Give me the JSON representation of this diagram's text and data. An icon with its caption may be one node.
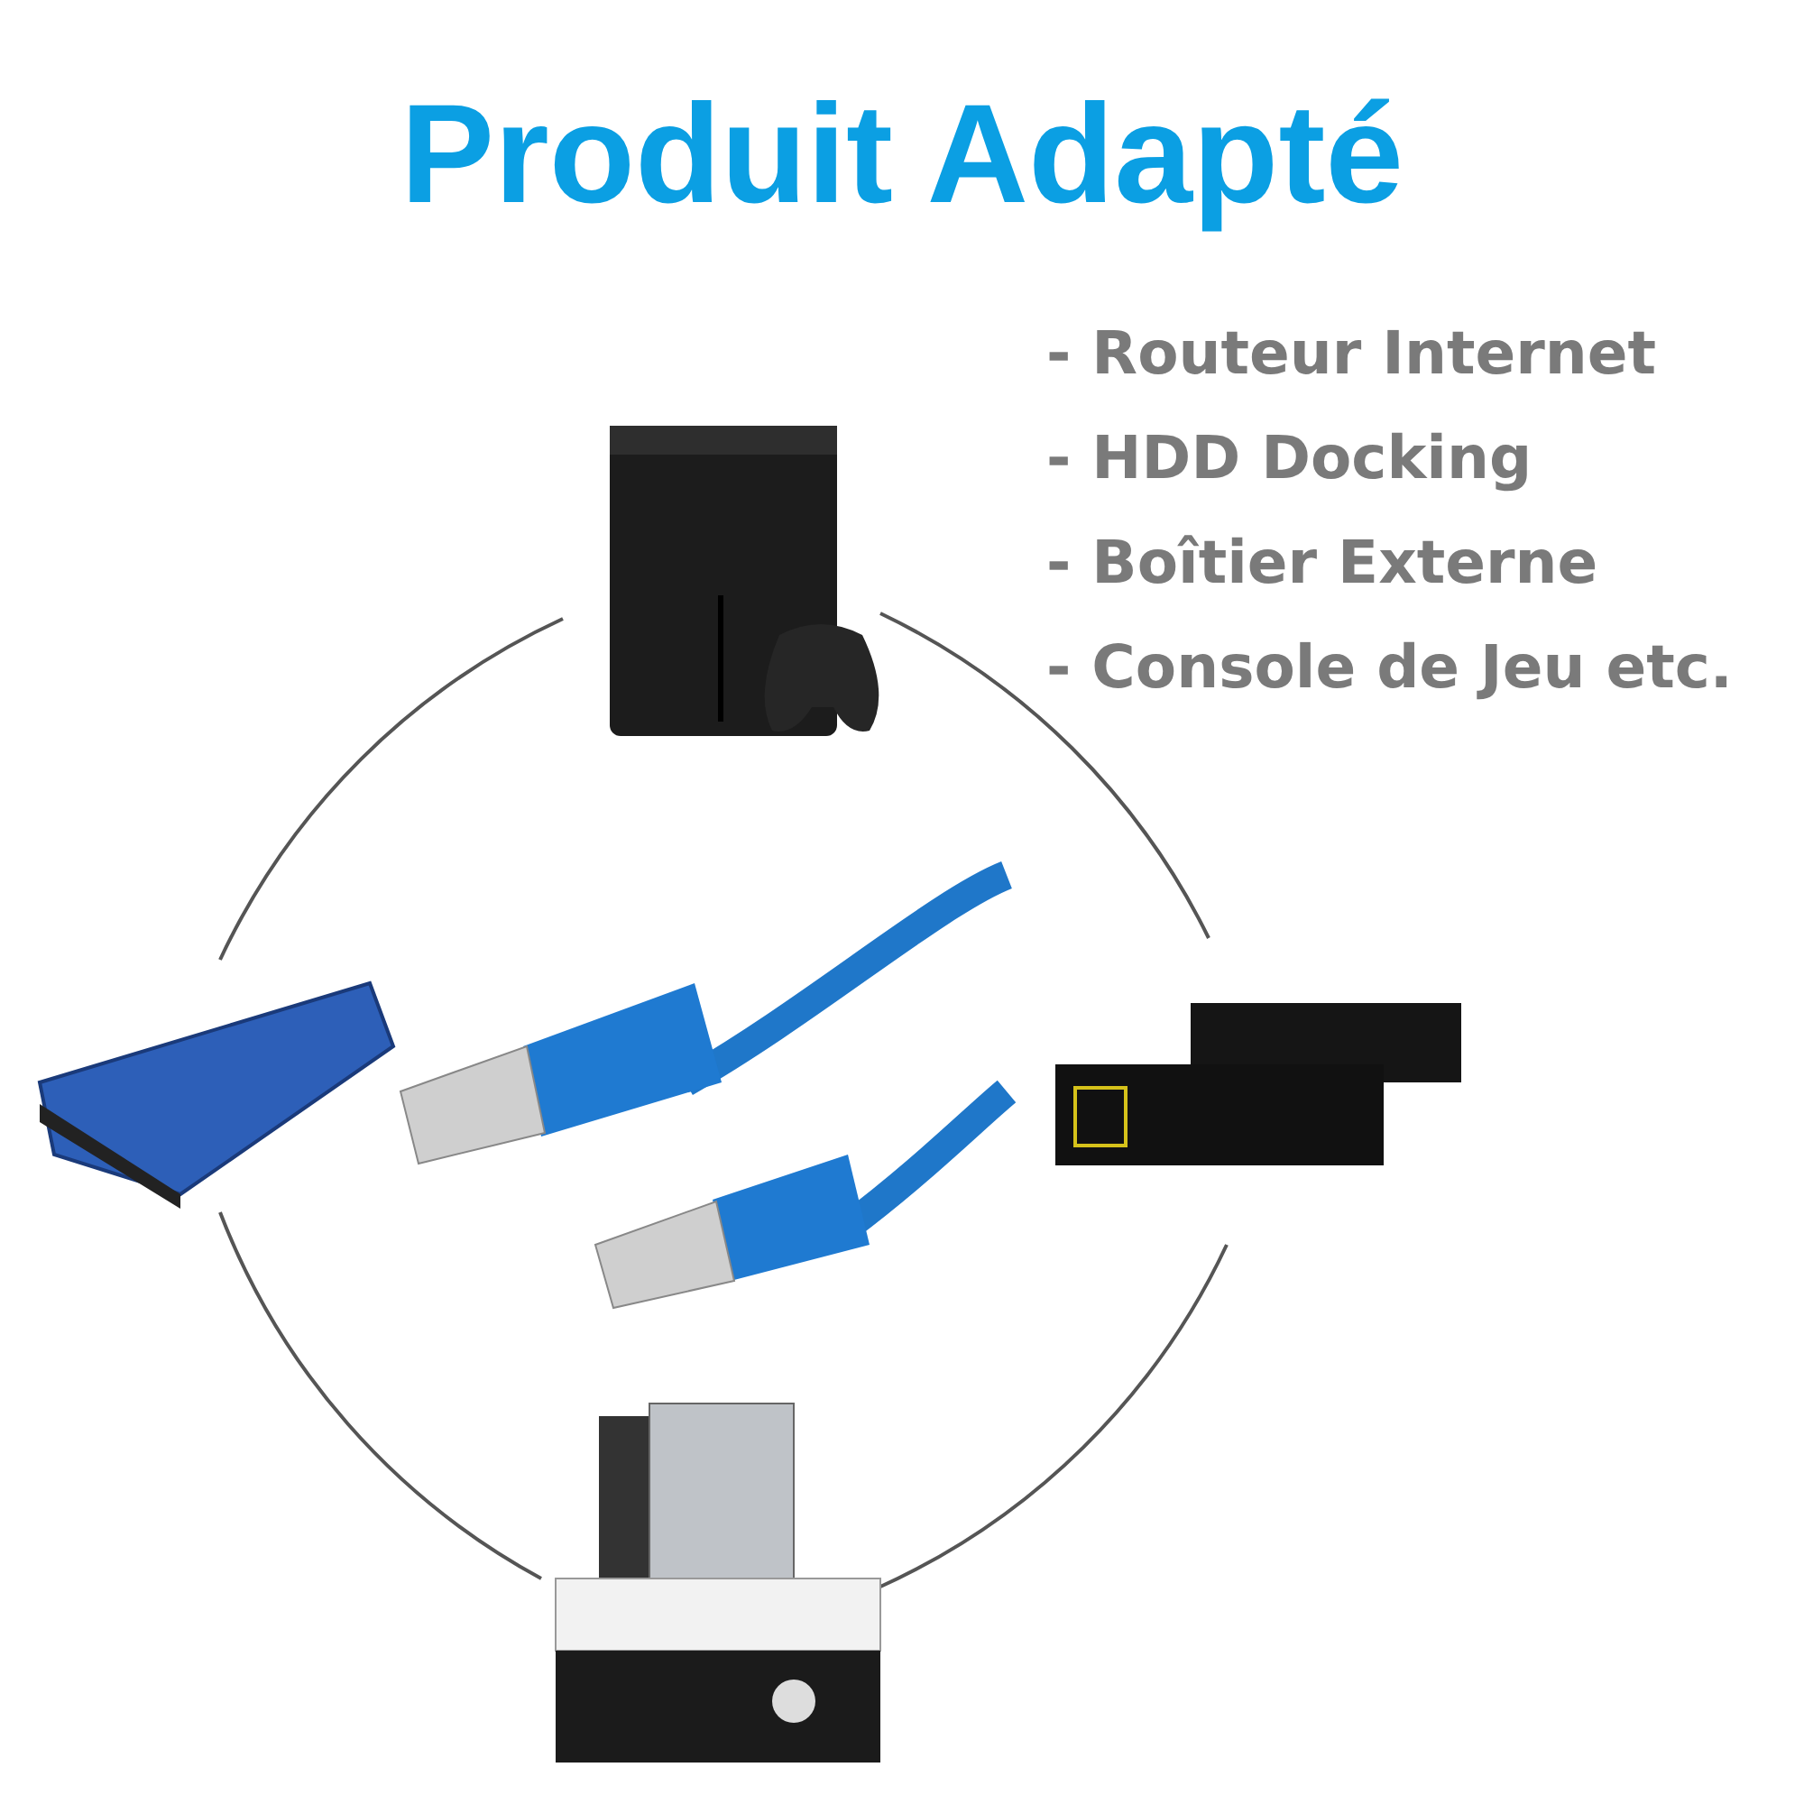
{
  "diagram": {
    "title": "Produit Adapté",
    "labels": [
      "- Routeur Internet",
      "- HDD Docking",
      "- Boîtier Externe",
      "- Console de Jeu etc."
    ]
  }
}
